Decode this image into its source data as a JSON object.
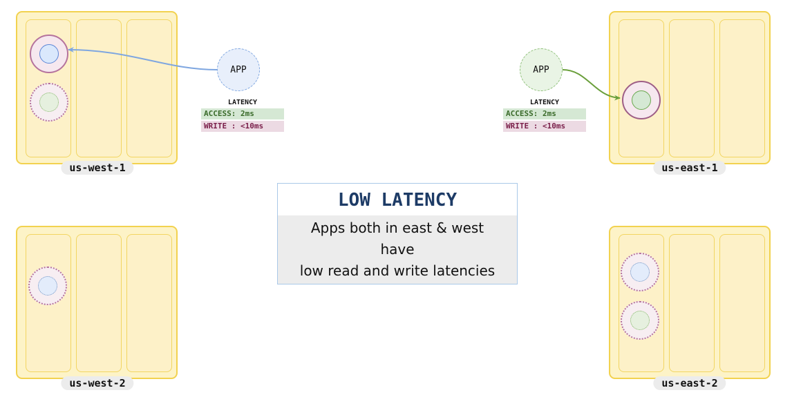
{
  "regions": [
    {
      "name": "us-west-1"
    },
    {
      "name": "us-west-2"
    },
    {
      "name": "us-east-1"
    },
    {
      "name": "us-east-2"
    }
  ],
  "apps": [
    {
      "label": "APP",
      "latency_title": "LATENCY",
      "access": "ACCESS: 2ms",
      "write": "WRITE : <10ms"
    },
    {
      "label": "APP",
      "latency_title": "LATENCY",
      "access": "ACCESS: 2ms",
      "write": "WRITE : <10ms"
    }
  ],
  "callout": {
    "title": "LOW LATENCY",
    "lines": [
      "Apps both in east & west",
      "have",
      "low read and write latencies"
    ]
  },
  "colors": {
    "region_fill": "#fdf3c7",
    "region_border": "#f2d24f",
    "west_app": "#dae8fc",
    "east_app": "#d5e8d4",
    "leaseholder": "#b5739d",
    "arrow_west": "#7ea6e0",
    "arrow_east": "#6a9f3b"
  }
}
